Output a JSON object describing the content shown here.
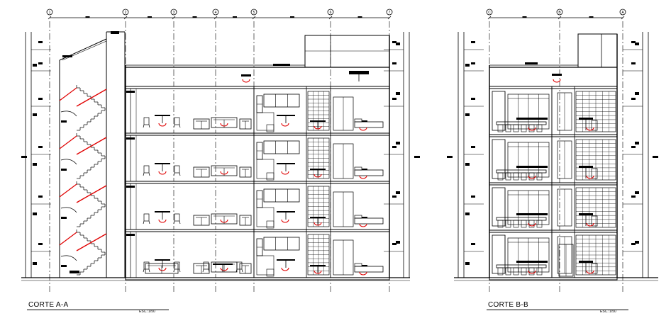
{
  "sections": [
    {
      "id": "a",
      "title": "CORTE A-A",
      "scale": "ESC.:1/50"
    },
    {
      "id": "b",
      "title": "CORTE B-B",
      "scale": "ESC.:1/50"
    }
  ],
  "axes_a": [
    "1",
    "2",
    "3",
    "4",
    "5",
    "6",
    "7"
  ],
  "axes_b": [
    "C",
    "B",
    "A"
  ],
  "colors": {
    "line": "#000000",
    "accent": "#e00000",
    "background": "#ffffff"
  }
}
